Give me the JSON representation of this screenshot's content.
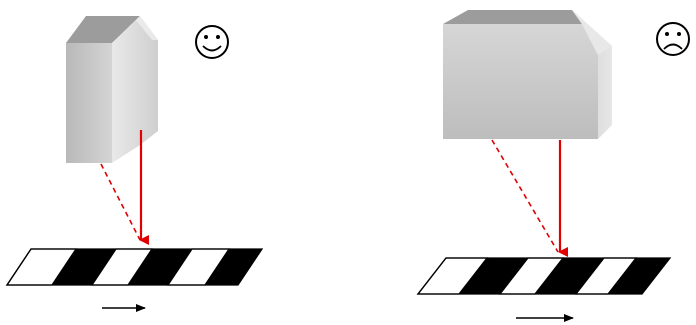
{
  "panels": [
    {
      "id": "good",
      "emoticon": "smiling-face-icon",
      "sensor_shape": "narrow-hexagonal-prism",
      "stripe_pattern": [
        "white",
        "black",
        "white",
        "black",
        "white",
        "black"
      ],
      "motion_direction": "right"
    },
    {
      "id": "bad",
      "emoticon": "frowning-face-icon",
      "sensor_shape": "wide-hexagonal-prism",
      "stripe_pattern": [
        "white",
        "black",
        "white",
        "black",
        "white",
        "black"
      ],
      "motion_direction": "right"
    }
  ],
  "colors": {
    "beam": "#e00000",
    "stripe_dark": "#000000",
    "stripe_light": "#ffffff",
    "sensor_front": "#c4c4c4",
    "sensor_side": "#e0e0e0",
    "sensor_top": "#9a9a9a"
  }
}
